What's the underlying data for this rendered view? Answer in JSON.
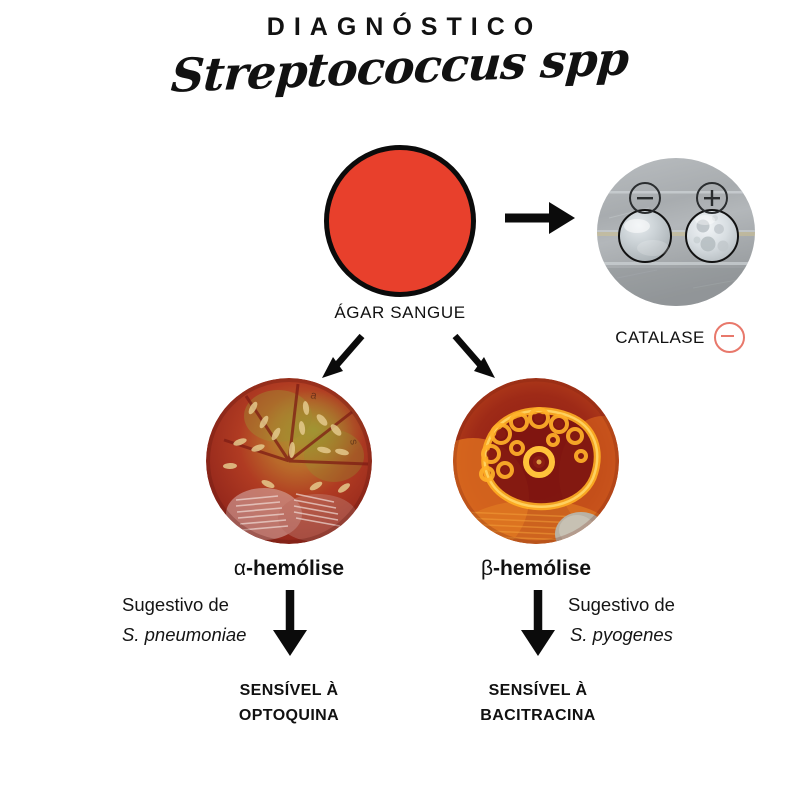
{
  "title": {
    "main": "DIAGNÓSTICO",
    "script": "Streptococcus spp"
  },
  "agar": {
    "label": "ÁGAR SANGUE",
    "color": "#E8402C"
  },
  "catalase": {
    "label": "CATALASE",
    "result": "negative",
    "badge_symbol": "−",
    "badge_color": "#E8786B",
    "negative_marker": "−",
    "positive_marker": "+"
  },
  "branches": [
    {
      "hemolysis_greek": "α",
      "hemolysis_word": "-hemólise",
      "suggestive_prefix": "Sugestivo de",
      "species": "S. pneumoniae",
      "conclusion_line1": "SENSÍVEL À",
      "conclusion_line2": "OPTOQUINA"
    },
    {
      "hemolysis_greek": "β",
      "hemolysis_word": "-hemólise",
      "suggestive_prefix": "Sugestivo de",
      "species": "S. pyogenes",
      "conclusion_line1": "SENSÍVEL À",
      "conclusion_line2": "BACITRACINA"
    }
  ]
}
